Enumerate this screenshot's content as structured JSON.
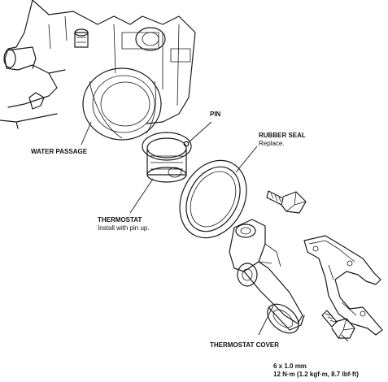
{
  "labels": {
    "water_passage": "WATER PASSAGE",
    "pin": "PIN",
    "rubber_seal": "RUBBER SEAL",
    "rubber_seal_note": "Replace.",
    "thermostat": "THERMOSTAT",
    "thermostat_note": "Install with pin up.",
    "thermostat_cover": "THERMOSTAT COVER",
    "bolt_size": "6 x 1.0 mm",
    "bolt_torque": "12 N·m (1.2 kgf·m, 8.7 lbf·ft)"
  },
  "colors": {
    "ink": "#1a1a1a",
    "background": "#ffffff"
  }
}
